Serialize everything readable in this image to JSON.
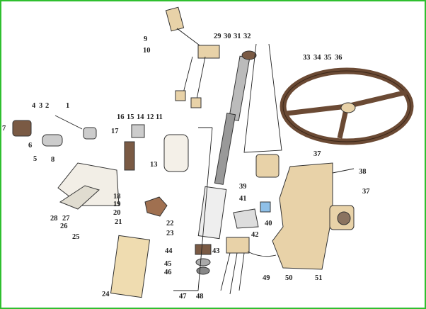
{
  "diagram": {
    "colors": {
      "border": "#2fbf2f",
      "beige": "#e8d2a8",
      "brown": "#7a5a44",
      "blue": "#8fc0e8"
    },
    "labels": [
      "1",
      "2",
      "3",
      "4",
      "5",
      "6",
      "7",
      "8",
      "9",
      "10",
      "11",
      "12",
      "13",
      "14",
      "15",
      "16",
      "17",
      "18",
      "19",
      "20",
      "21",
      "22",
      "23",
      "24",
      "25",
      "26",
      "27",
      "28",
      "29",
      "30",
      "31",
      "32",
      "33",
      "34",
      "35",
      "36",
      "37",
      "37",
      "38",
      "39",
      "40",
      "41",
      "42",
      "43",
      "44",
      "45",
      "46",
      "47",
      "48",
      "49",
      "50",
      "51"
    ]
  }
}
